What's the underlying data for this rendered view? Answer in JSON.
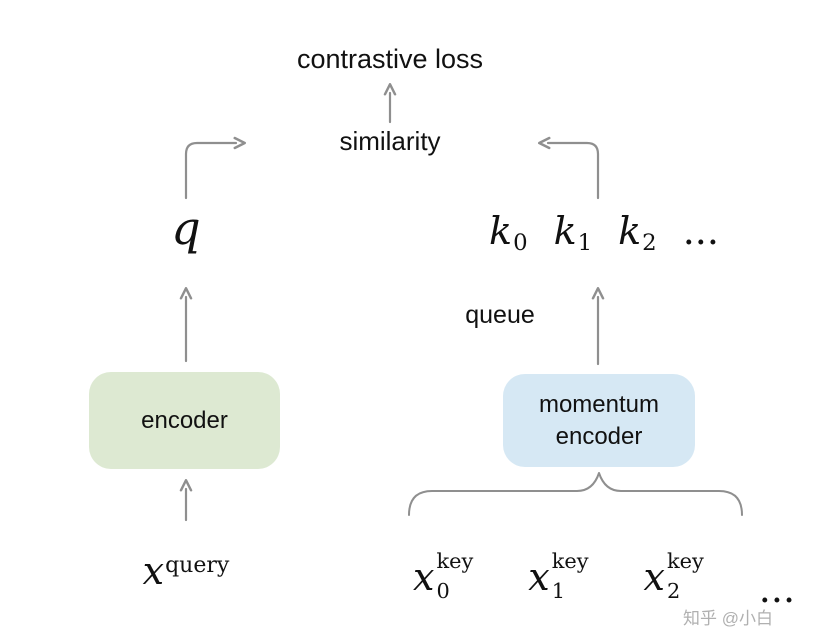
{
  "diagram": {
    "contrastive_loss": "contrastive loss",
    "similarity": "similarity",
    "q": "q",
    "keys": [
      {
        "base": "k",
        "sub": "0"
      },
      {
        "base": "k",
        "sub": "1"
      },
      {
        "base": "k",
        "sub": "2"
      }
    ],
    "keys_ellipsis": "...",
    "queue": "queue",
    "encoder": "encoder",
    "momentum_encoder": [
      "momentum",
      "encoder"
    ],
    "x_query": {
      "base": "x",
      "sup": "query"
    },
    "x_keys": [
      {
        "base": "x",
        "sub": "0",
        "sup": "key"
      },
      {
        "base": "x",
        "sub": "1",
        "sup": "key"
      },
      {
        "base": "x",
        "sub": "2",
        "sup": "key"
      }
    ],
    "x_keys_ellipsis": "...",
    "watermark": "知乎 @小白",
    "colors": {
      "encoder_fill": "#dde9d2",
      "momentum_encoder_fill": "#d6e8f4",
      "arrow": "#8f8f8f",
      "text": "#111111",
      "watermark": "#b0b0b0"
    }
  }
}
